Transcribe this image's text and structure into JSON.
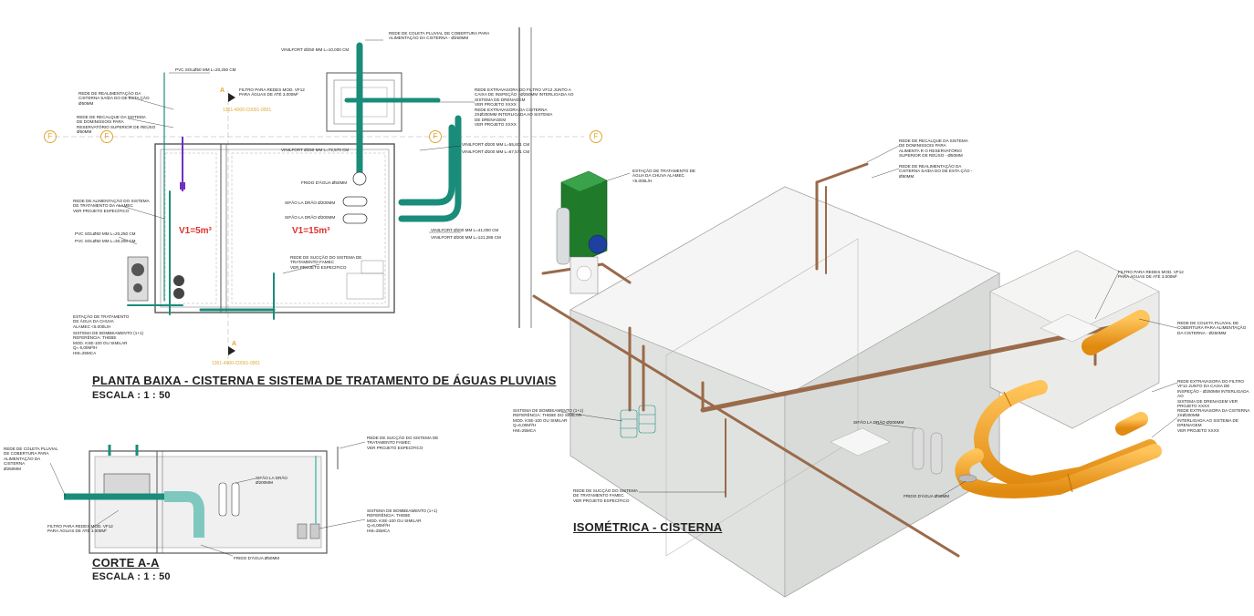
{
  "plan": {
    "title": "PLANTA BAIXA - CISTERNA E SISTEMA DE TRATAMENTO DE ÁGUAS PLUVIAIS",
    "scale": "ESCALA : 1 : 50",
    "vol1": "V1=5m³",
    "vol2": "V1=15m³",
    "grid_label": "F",
    "section_label": "A",
    "level_tag": "1301-4000-C0001-0001",
    "notes": {
      "colecta": "REDE DE COLETA PLUVIAL DE COBERTURA PARA\nALIMENTAÇÃO DA CISTERNA - ø250mm",
      "filtro": "FILTRO PARA REDES MOD. VF12\nPARA ÁGUAS DE ATÉ 3.000m²",
      "realim": "REDE DE REALIMENTAÇÃO DA\nCISTERNA SAÍDA DO DE ESTA ÇÃO\nø50mm",
      "recalque": "REDE DE RECALQUE DA SISTEMA\nDE DOMINISSOIS PARA\nRESERVATÓRIO SUPERIOR DE REÚSO\nø50mm",
      "alimentacao": "REDE DE ALIMENTAÇÃO DO SISTEMA\nDE TRATAMENTO DA ALAMEC\nVER PROJETO ESPECÍFICO",
      "succao": "REDE DE SUCÇÃO DO SISTEMA DE\nTRATAMENTO FAMEC\nVER PROJETO ESPECÍFICO",
      "estacao": "ESTAÇÃO DE TRATAMENTO\nDE ÁGUA DA CHUVA\nALAMEC <5.000L/h",
      "bombeamento": "SISTEMA DE BOMBEAMENTO (1+1)\nREFERÊNCIA: THEBE\nMOD. KSE-100 OU SIMILAR\nQ= 6,00m³/h\nHm=25mca",
      "extravasora": "REDE EXTRAVASORA DA CISTERNA\n2xø200mm INTERLIGADA AO SISTEMA\nDE DRENAGEM\nVER PROJETO XXXX",
      "filtro_junto": "REDE EXTRAVASORA DO FILTRO VF12 JUNTO A\nCAIXA DE INSPEÇÃO - ø250mm INTERLIGADA AO\nSISTEMA DE DRENAGEM\nVER PROJETO XXXX",
      "fundo": "FRIDO D'ÁGUA ø50mm",
      "sifao1": "SIFÃO LA DRÃO ø200mm",
      "sifao2": "SIFÃO LA DRÃO ø200mm",
      "pvc1": "PVC SOLø50 mm L=20,250 cm",
      "pvc2": "PVC SOLø50 mm L=20,250 cm",
      "pvc3": "PVC SOLø50 mm L=30,250 cm",
      "vinil1": "VINILFORT ø250 mm L=10,000 cm",
      "vinil2": "VINILFORT ø200 mm L=55,601 cm",
      "vinil3": "VINILFORT ø200 mm L=67,571 cm",
      "vinil4": "VINILFORT ø200 mm L=41,000 cm",
      "vinil5": "VINILFORT ø200 mm L=121,286 cm",
      "vinil6": "VINILFORT ø250 mm L=72,570 cm"
    }
  },
  "section": {
    "title": "CORTE A-A",
    "scale": "ESCALA : 1 : 50",
    "notes": {
      "colecta": "REDE DE COLETA PLUVIAL\nDE COBERTURA PARA\nALIMENTAÇÃO DA\nCISTERNA\nø250mm",
      "filtro": "FILTRO PARA REDES MOD. VF12\nPARA ÁGUAS DE ATÉ 3.000m²",
      "sifao": "SIFÃO LA DRÃO\nø200mm",
      "succao": "REDE DE SUCÇÃO DO SISTEMA DE\nTRATAMENTO FAMEC\nVER PROJETO ESPECÍFICO",
      "bombeamento": "SISTEMA DE BOMBEAMENTO (1+1)\nREFERÊNCIA: THEBE\nMOD. KSE-100 OU SIMILAR\nQ=6,00m³/h\nHm=25mca",
      "fundo": "FRIDO D'ÁGUA ø50mm"
    }
  },
  "iso": {
    "title": "ISOMÉTRICA - CISTERNA",
    "notes": {
      "estacao": "ESTAÇÃO DE TRATAMENTO DE\nÁGUA DA CHUVA ALAMEC\n<5.000L/h",
      "recalque": "REDE DE RECALQUE DA SISTEMA\nDE DOMINISSOIS PARA\nALIMENTA R O RESERVATÓRIO\nSUPERIOR DE REÚSO - ø50mm",
      "realim": "REDE DE REALIMENTAÇÃO DA\nCISTERNA SAÍDA DO DE ESTA ÇÃO -\nø50mm",
      "filtro": "FILTRO PARA REDES MOD. VF12\nPARA ÁGUAS DE ATÉ 3.000m²",
      "colecta": "REDE DE COLETA PLUVIAL DE\nCOBERTURA PARA ALIMENTAÇÃO\nDA CISTERNA - ø250mm",
      "filtro_junto": "REDE EXTRAVASORA DO FILTRO\nVF12 JUNTO DA CAIXA DE\nINSPEÇÃO - ø250mm INTERLIGADA AO\nSISTEMA DE DRENAGEM VER\nPROJETO XXXX",
      "extravasora": "REDE EXTRAVASORA DA CISTERNA\n2xø200mm\nINTERLIGADA AO SISTEMA DE\nDRENAGEM\nVER PROJETO XXXX",
      "bombeamento": "SISTEMA DE BOMBEAMENTO (1+1)\nREFERÊNCIA: THEBE DO SIMILAR\nMOD. KSE-100 OU SIMILAR\nQ=6,00m³/h\nHm=25mca",
      "sifao": "SIFÃO LA DRÃO ø200mm",
      "succao": "REDE DE SUCÇÃO DO SISTEMA\nDE TRATAMENTO FAMEC\nVER PROJETO ESPECÍFICO",
      "fundo": "FRIDO D'ÁGUA ø50mm"
    }
  },
  "colors": {
    "pipe_teal": "#1a8c7a",
    "pipe_orange": "#f0a020",
    "pipe_copper": "#9a6a4a",
    "station_green": "#1f7a2a",
    "pump_blue": "#2040a0",
    "annotation_red": "#e0302a",
    "grid_orange": "#e3a62f",
    "purple": "#7030c0"
  }
}
